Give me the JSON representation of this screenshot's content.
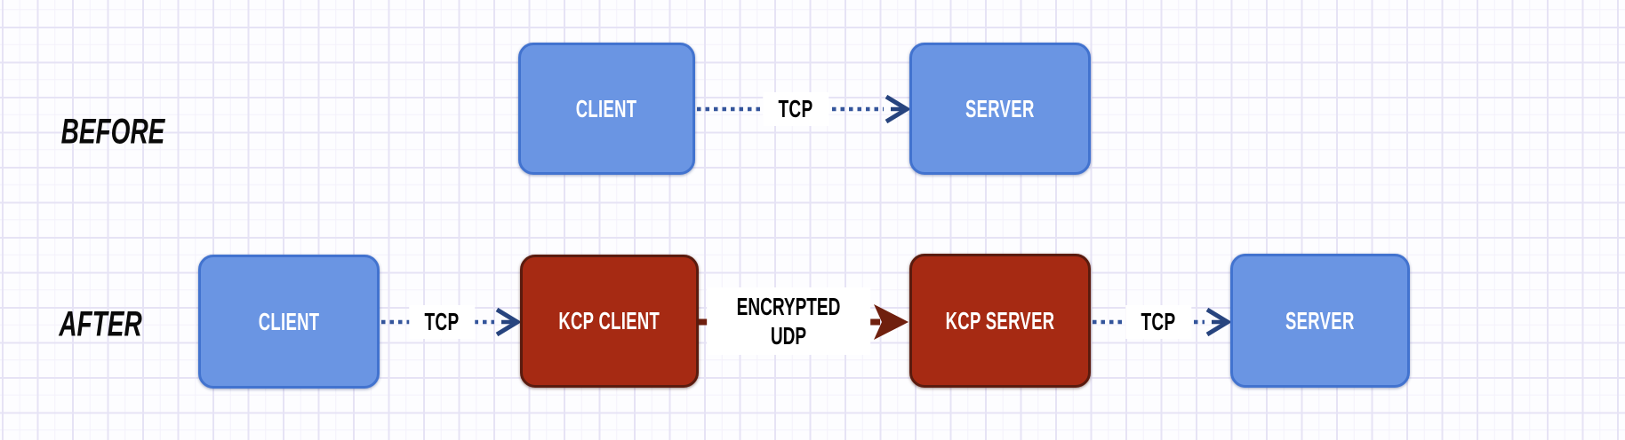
{
  "diagram": {
    "rows": [
      {
        "label": "BEFORE"
      },
      {
        "label": "AFTER"
      }
    ],
    "nodes": [
      {
        "id": "before-client",
        "label": "CLIENT",
        "color": "blue"
      },
      {
        "id": "before-server",
        "label": "SERVER",
        "color": "blue"
      },
      {
        "id": "after-client",
        "label": "CLIENT",
        "color": "blue"
      },
      {
        "id": "after-kcp-client",
        "label": "KCP CLIENT",
        "color": "red"
      },
      {
        "id": "after-kcp-server",
        "label": "KCP SERVER",
        "color": "red"
      },
      {
        "id": "after-server",
        "label": "SERVER",
        "color": "blue"
      }
    ],
    "edges": [
      {
        "from": "before-client",
        "to": "before-server",
        "label": "TCP",
        "style": "dotted-blue"
      },
      {
        "from": "after-client",
        "to": "after-kcp-client",
        "label": "TCP",
        "style": "dotted-blue"
      },
      {
        "from": "after-kcp-client",
        "to": "after-kcp-server",
        "label": "ENCRYPTED UDP",
        "style": "solid-red",
        "words": [
          "ENCRYPTED",
          "UDP"
        ]
      },
      {
        "from": "after-kcp-server",
        "to": "after-server",
        "label": "TCP",
        "style": "dotted-blue"
      }
    ],
    "colors": {
      "node_blue_fill": "#6a95e3",
      "node_blue_border": "#4273cf",
      "node_red_fill": "#a62a13",
      "node_red_border": "#5a1b0e",
      "arrow_blue": "#33549b",
      "arrow_head_blue": "#27447e",
      "arrow_red": "#6f1f0e",
      "grid_major": "#e6e3f5",
      "grid_minor": "#f3f1fb",
      "node_text": "#ffffff",
      "label_text": "#000000"
    }
  }
}
